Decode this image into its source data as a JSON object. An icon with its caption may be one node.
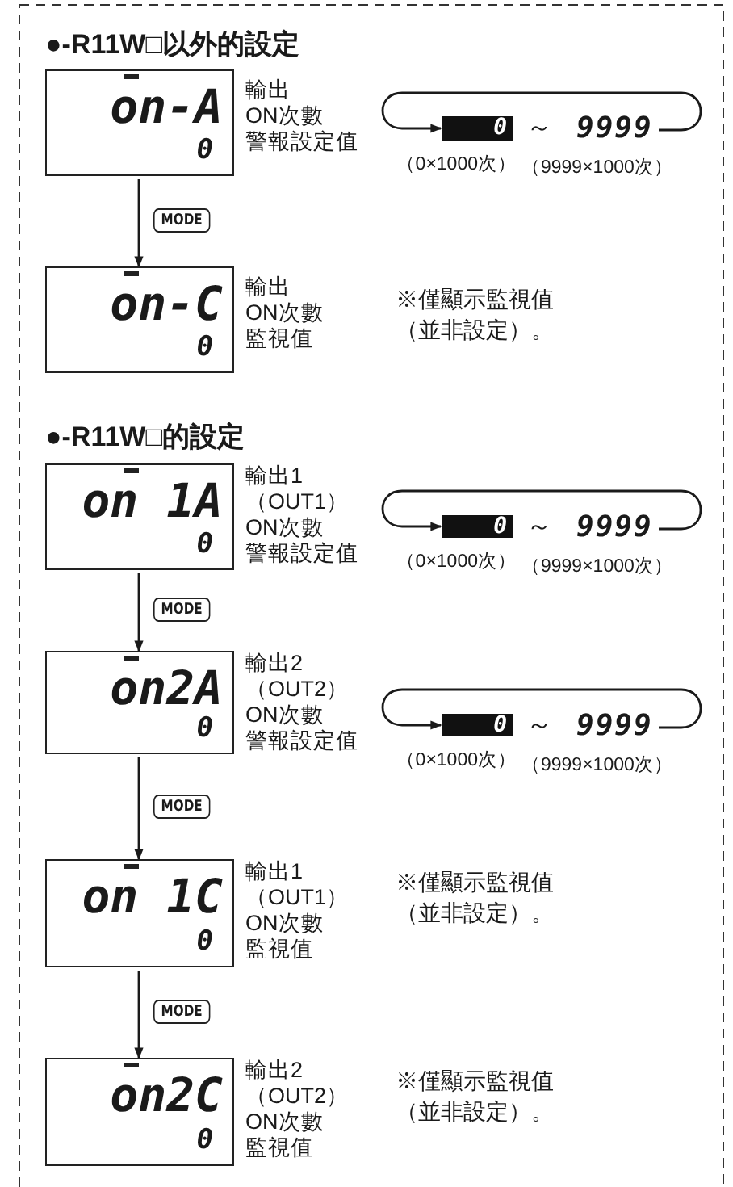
{
  "diagram": {
    "nodes": [
      {
        "text": [
          "on-A",
          "0"
        ],
        "beside": [
          "輸出",
          "ON次數",
          "警報設定值"
        ]
      },
      {
        "text": [
          "0"
        ],
        "beside": [
          "（0×1000次）"
        ]
      },
      {
        "text": [
          "9999"
        ],
        "beside": [
          "（9999×1000次）"
        ]
      },
      {
        "text": [
          "on-C",
          "0"
        ],
        "beside": [
          "輸出",
          "ON次數",
          "監視值"
        ]
      },
      {
        "text": [
          "on 1A",
          "0"
        ],
        "beside": [
          "輸出1",
          "（OUT1）",
          "ON次數",
          "警報設定值"
        ]
      },
      {
        "text": [
          "0"
        ],
        "beside": [
          "（0×1000次）"
        ]
      },
      {
        "text": [
          "9999"
        ],
        "beside": [
          "（9999×1000次）"
        ]
      },
      {
        "text": [
          "on2A",
          "0"
        ],
        "beside": [
          "輸出2",
          "（OUT2）",
          "ON次數",
          "警報設定值"
        ]
      },
      {
        "text": [
          "0"
        ],
        "beside": [
          "（0×1000次）"
        ]
      },
      {
        "text": [
          "9999"
        ],
        "beside": [
          "（9999×1000次）"
        ]
      },
      {
        "text": [
          "on 1C",
          "0"
        ],
        "beside": [
          "輸出1",
          "（OUT1）",
          "ON次數",
          "監視值"
        ]
      },
      {
        "text": [
          "on2C",
          "0"
        ],
        "beside": [
          "輸出2",
          "（OUT2）",
          "ON次數",
          "監視值"
        ]
      }
    ],
    "edges": [
      {
        "from": 0,
        "to": 3,
        "arrow": "to",
        "label": "MODE"
      },
      {
        "from": 2,
        "to": 1,
        "arrow": "to"
      },
      {
        "from": 4,
        "to": 7,
        "arrow": "to",
        "label": "MODE"
      },
      {
        "from": 6,
        "to": 5,
        "arrow": "to"
      },
      {
        "from": 7,
        "to": 10,
        "arrow": "to",
        "label": "MODE"
      },
      {
        "from": 9,
        "to": 8,
        "arrow": "to"
      },
      {
        "from": 10,
        "to": 11,
        "arrow": "to",
        "label": "MODE"
      }
    ],
    "labels": [
      "●-R11W□以外的設定",
      "～",
      "※僅顯示監視值（並非設定）。",
      "●-R11W□的設定",
      "～",
      "～",
      "※僅顯示監視值（並非設定）。",
      "※僅顯示監視值（並非設定）。"
    ]
  }
}
